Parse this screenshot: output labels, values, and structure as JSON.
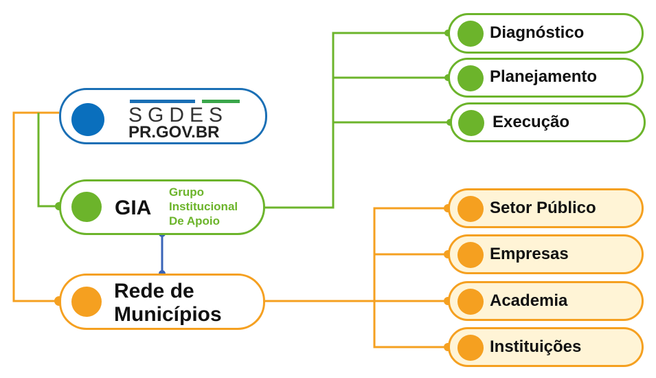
{
  "root": {
    "logo_wordmark": "SGDES",
    "logo_domain": "PR.GOV.BR"
  },
  "gia": {
    "acronym": "GIA",
    "full_name_lines": [
      "Grupo",
      "Institucional",
      "De Apoio"
    ]
  },
  "rede": {
    "label_lines": [
      "Rede de",
      "Municípios"
    ]
  },
  "gia_children": [
    "Diagnóstico",
    "Planejamento",
    "Execução"
  ],
  "rede_children": [
    "Setor Público",
    "Empresas",
    "Academia",
    "Instituições"
  ],
  "colors": {
    "green": "#6cb42b",
    "orange": "#f5a020",
    "orange_fill": "#fff4d6",
    "blue": "#1a6fb5",
    "connector_blue": "#3a64b8"
  }
}
